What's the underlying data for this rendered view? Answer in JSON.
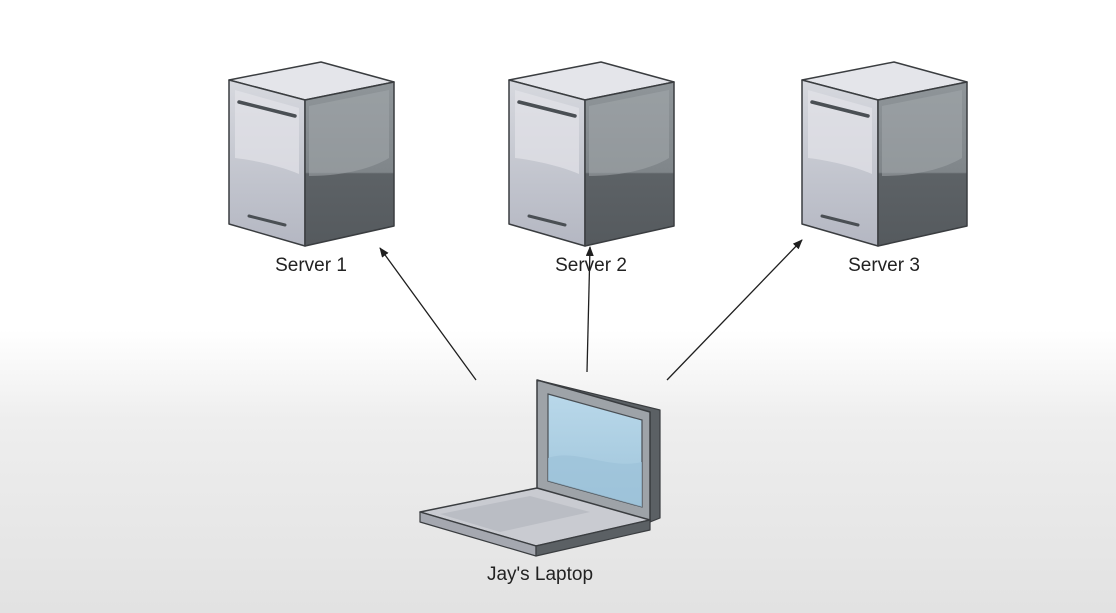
{
  "servers": [
    {
      "label": "Server 1"
    },
    {
      "label": "Server 2"
    },
    {
      "label": "Server 3"
    }
  ],
  "client": {
    "label": "Jay's Laptop"
  },
  "connections": [
    {
      "from": "Jay's Laptop",
      "to": "Server 1"
    },
    {
      "from": "Jay's Laptop",
      "to": "Server 2"
    },
    {
      "from": "Jay's Laptop",
      "to": "Server 3"
    }
  ],
  "colors": {
    "server_top": "#dfe0e5",
    "server_front": "#c4c6ce",
    "server_side": "#5b6064",
    "screen": "#aecfe2",
    "arrow": "#1f1f1f"
  },
  "icons": {
    "server": "server-icon",
    "laptop": "laptop-icon"
  }
}
